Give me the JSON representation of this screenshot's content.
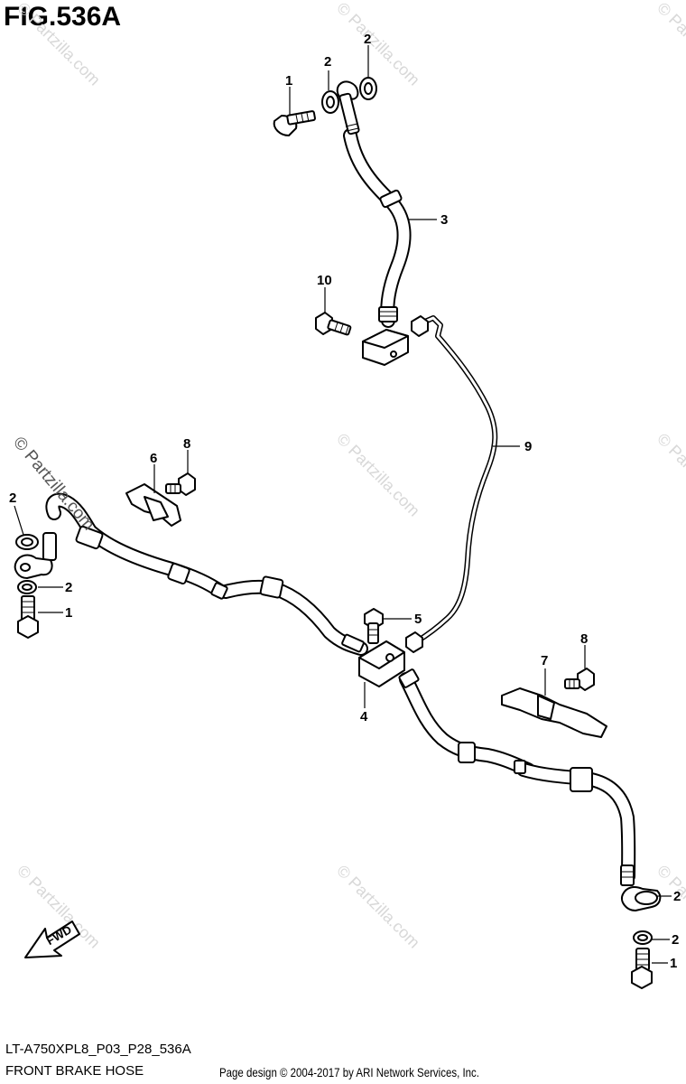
{
  "figure": {
    "title": "FIG.536A",
    "model_code": "LT-A750XPL8_P03_P28_536A",
    "section_name": "FRONT BRAKE HOSE",
    "copyright": "Page design © 2004-2017 by ARI Network Services, Inc."
  },
  "watermark": {
    "text": "© Partzilla.com",
    "color": "#d8d8d8",
    "dark_color": "#555555"
  },
  "fwd_label": "FWD",
  "callouts": [
    {
      "id": "c1a",
      "number": "1"
    },
    {
      "id": "c2a",
      "number": "2"
    },
    {
      "id": "c2b",
      "number": "2"
    },
    {
      "id": "c3",
      "number": "3"
    },
    {
      "id": "c10",
      "number": "10"
    },
    {
      "id": "c9",
      "number": "9"
    },
    {
      "id": "c6",
      "number": "6"
    },
    {
      "id": "c8a",
      "number": "8"
    },
    {
      "id": "c2c",
      "number": "2"
    },
    {
      "id": "c2d",
      "number": "2"
    },
    {
      "id": "c1b",
      "number": "1"
    },
    {
      "id": "c5",
      "number": "5"
    },
    {
      "id": "c4",
      "number": "4"
    },
    {
      "id": "c7",
      "number": "7"
    },
    {
      "id": "c8b",
      "number": "8"
    },
    {
      "id": "c2e",
      "number": "2"
    },
    {
      "id": "c2f",
      "number": "2"
    },
    {
      "id": "c1c",
      "number": "1"
    }
  ]
}
